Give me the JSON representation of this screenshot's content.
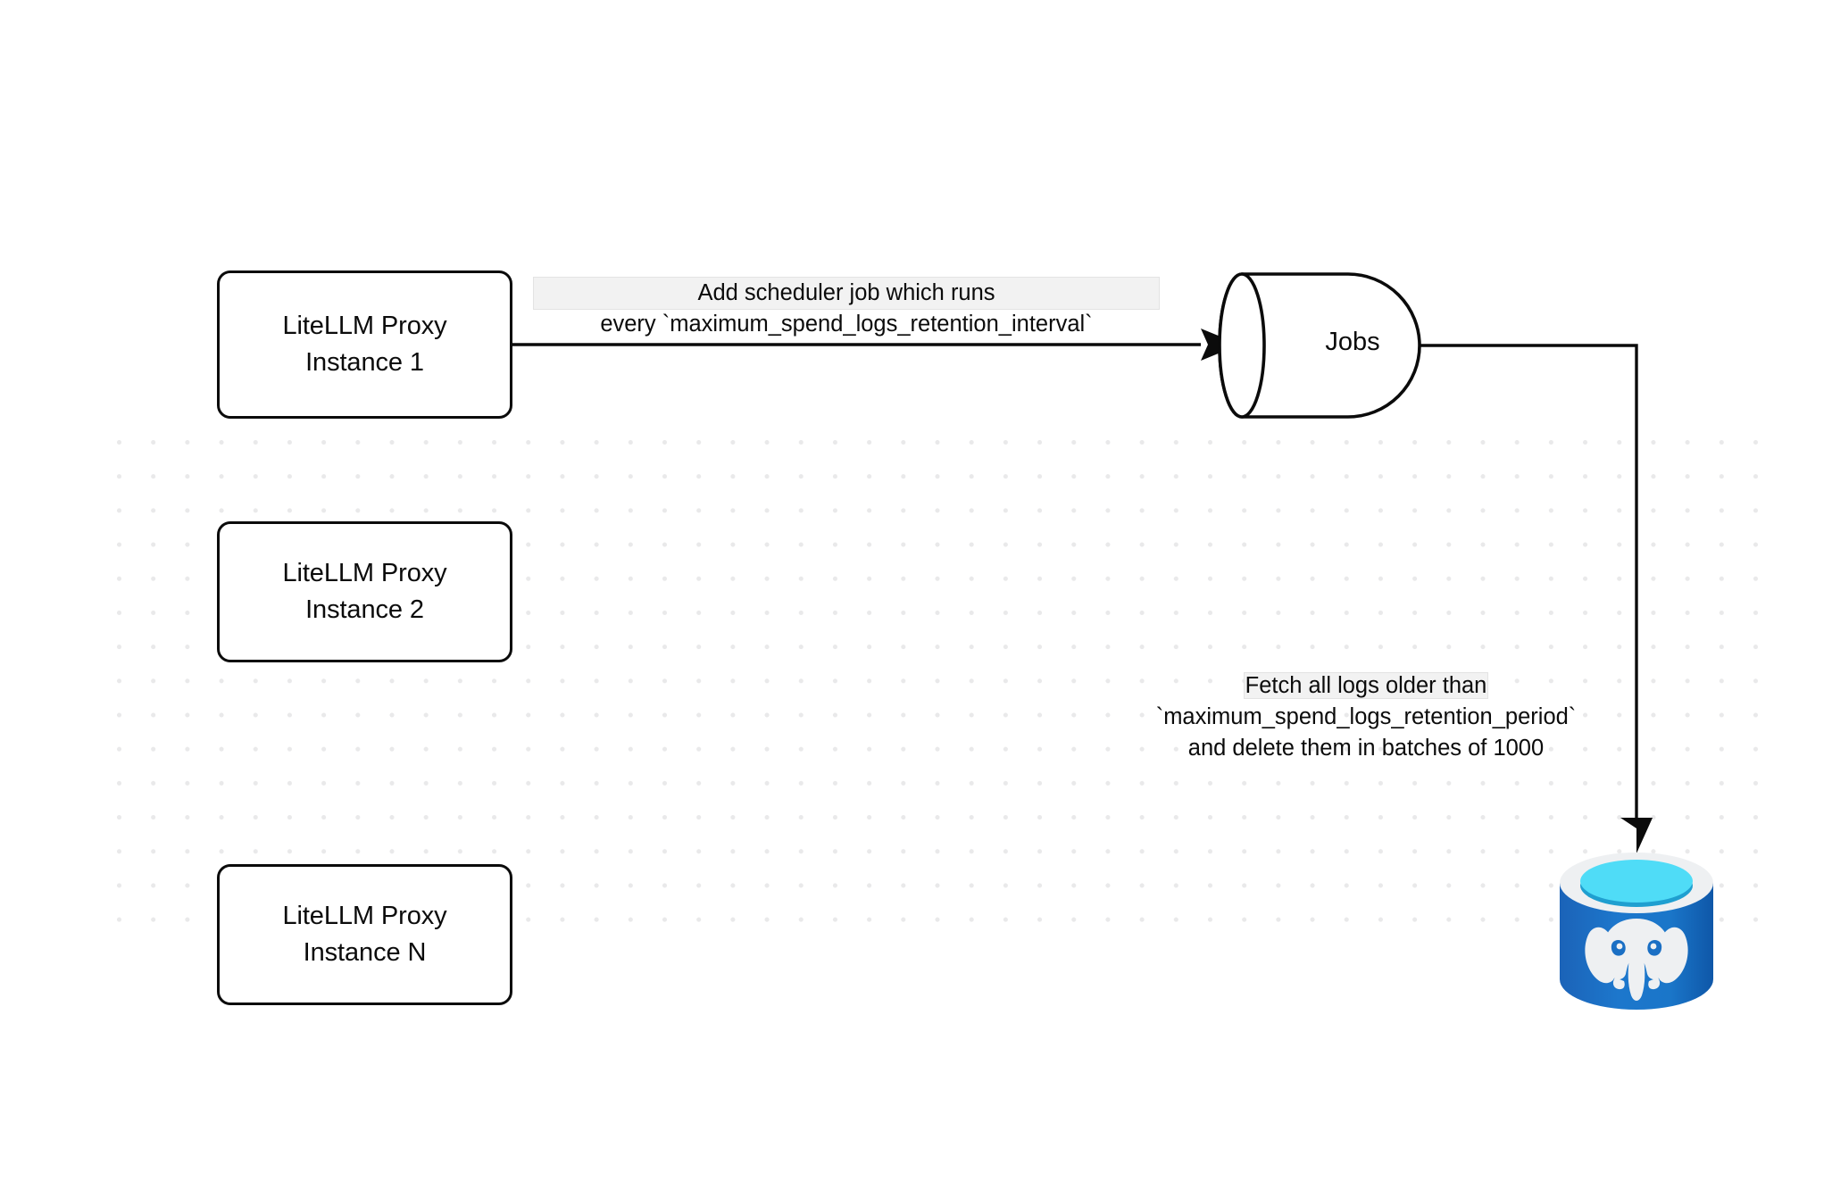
{
  "diagram": {
    "title": "LiteLLM spend-logs retention scheduler flow",
    "background": {
      "color": "#ffffff",
      "grid": "dot-grid",
      "grid_color": "#e9e9ea",
      "grid_spacing": 38
    },
    "nodes": [
      {
        "id": "proxy-1",
        "type": "rounded-rectangle",
        "label": "LiteLLM Proxy\nInstance 1",
        "stroke": "#0b0b0b",
        "fill": "#ffffff"
      },
      {
        "id": "proxy-2",
        "type": "rounded-rectangle",
        "label": "LiteLLM Proxy\nInstance 2",
        "stroke": "#0b0b0b",
        "fill": "#ffffff"
      },
      {
        "id": "proxy-n",
        "type": "rounded-rectangle",
        "label": "LiteLLM Proxy\nInstance N",
        "stroke": "#0b0b0b",
        "fill": "#ffffff"
      },
      {
        "id": "jobs",
        "type": "horizontal-cylinder",
        "label": "Jobs",
        "stroke": "#0b0b0b",
        "fill": "#ffffff"
      },
      {
        "id": "postgres",
        "type": "database-icon",
        "label": "",
        "icon": "postgresql-elephant-icon",
        "body_color": "#1a6fc4",
        "body_color_dark": "#1259a8",
        "rim_color": "#eef0f2",
        "top_color": "#4fdcf7",
        "inner_color": "#1f9fd0",
        "elephant_color": "#eef0f2"
      }
    ],
    "edges": [
      {
        "id": "edge-proxy1-jobs",
        "from": "proxy-1",
        "to": "jobs",
        "arrow": "filled-triangle",
        "label_lines": [
          "Add scheduler job which runs",
          "every `maximum_spend_logs_retention_interval`"
        ],
        "highlight_text": "Add scheduler"
      },
      {
        "id": "edge-jobs-postgres",
        "from": "jobs",
        "to": "postgres",
        "arrow": "filled-triangle",
        "label_lines": [
          "Fetch all logs older than",
          "`maximum_spend_logs_retention_period`",
          "and delete them in batches of 1000"
        ],
        "highlight_text": "Fetch all logs older than"
      }
    ]
  },
  "nodes": {
    "proxy1": {
      "line1": "LiteLLM Proxy",
      "line2": "Instance 1"
    },
    "proxy2": {
      "line1": "LiteLLM Proxy",
      "line2": "Instance 2"
    },
    "proxyN": {
      "line1": "LiteLLM Proxy",
      "line2": "Instance N"
    },
    "jobs": {
      "label": "Jobs"
    }
  },
  "labels": {
    "scheduler": {
      "line1": "Add scheduler job which runs",
      "line2": "every `maximum_spend_logs_retention_interval`"
    },
    "fetch": {
      "line1": "Fetch all logs older than",
      "line2": "`maximum_spend_logs_retention_period`",
      "line3": "and delete them in batches of 1000"
    }
  }
}
